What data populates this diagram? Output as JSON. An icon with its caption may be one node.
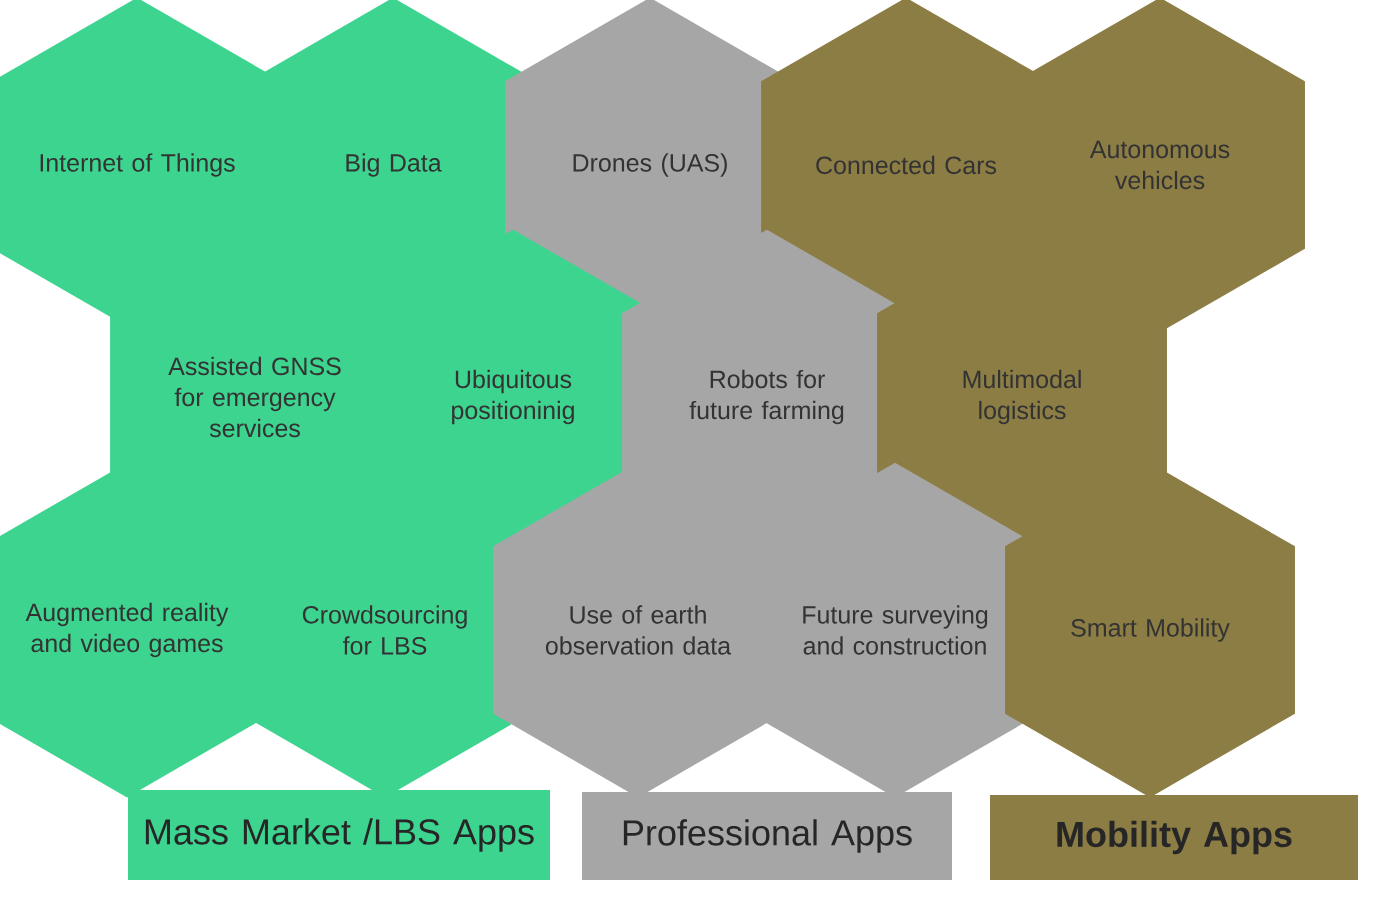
{
  "diagram": {
    "nodes": [
      {
        "text": [
          "Internet of Things"
        ]
      },
      {
        "text": [
          "Big Data"
        ]
      },
      {
        "text": [
          "Drones (UAS)"
        ]
      },
      {
        "text": [
          "Connected Cars"
        ]
      },
      {
        "text": [
          "Autonomous vehicles"
        ]
      },
      {
        "text": [
          "Assisted  GNSS for emergency services"
        ]
      },
      {
        "text": [
          "Ubiquitous positioninig"
        ]
      },
      {
        "text": [
          "Robots for future farming"
        ]
      },
      {
        "text": [
          "Multimodal logistics"
        ]
      },
      {
        "text": [
          "Augmented reality and video games"
        ]
      },
      {
        "text": [
          "Crowdsourcing for LBS"
        ]
      },
      {
        "text": [
          "Use of earth observation data"
        ]
      },
      {
        "text": [
          "Future surveying and construction"
        ]
      },
      {
        "text": [
          "Smart Mobility"
        ]
      }
    ],
    "legend": [
      {
        "text": "Mass Market /LBS Apps",
        "color": "#3dd490"
      },
      {
        "text": "Professional Apps",
        "color": "#a6a6a6"
      },
      {
        "text": "Mobility Apps",
        "color": "#8c7d45"
      }
    ]
  }
}
